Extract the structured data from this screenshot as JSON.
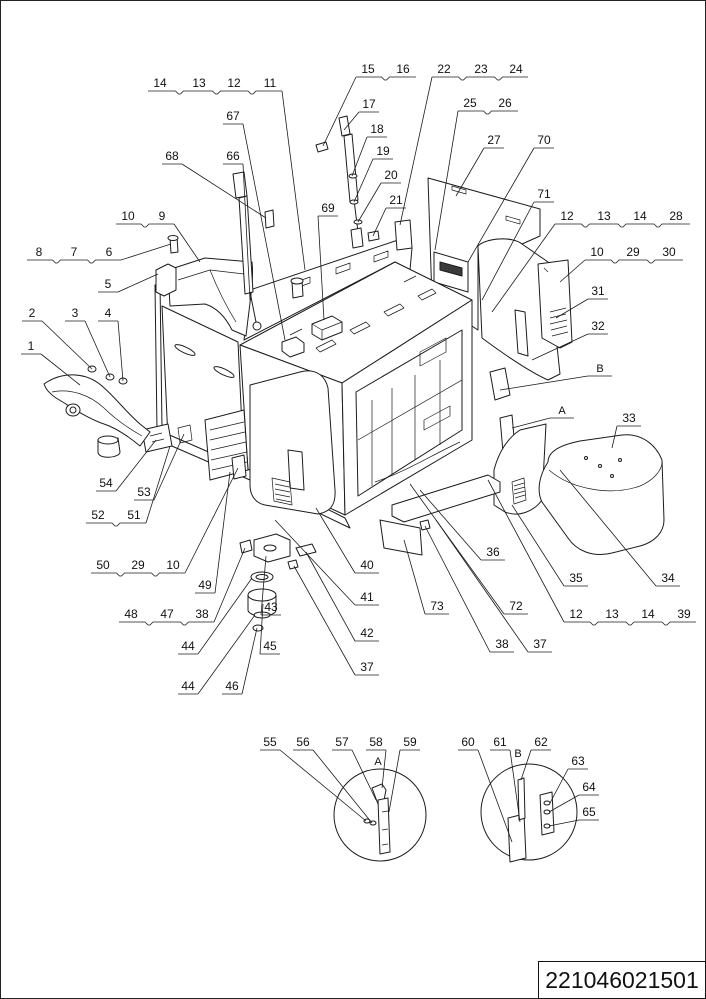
{
  "callouts": [
    "14",
    "13",
    "12",
    "11",
    "15",
    "16",
    "22",
    "23",
    "24",
    "17",
    "25",
    "26",
    "67",
    "18",
    "27",
    "70",
    "19",
    "68",
    "66",
    "20",
    "71",
    "21",
    "69",
    "10",
    "9",
    "12",
    "13",
    "14",
    "28",
    "8",
    "7",
    "6",
    "10",
    "29",
    "30",
    "5",
    "31",
    "2",
    "3",
    "4",
    "32",
    "1",
    "33",
    "54",
    "53",
    "52",
    "51",
    "36",
    "50",
    "29",
    "10",
    "40",
    "35",
    "34",
    "49",
    "41",
    "43",
    "73",
    "72",
    "48",
    "47",
    "38",
    "12",
    "13",
    "14",
    "39",
    "42",
    "44",
    "45",
    "38",
    "37",
    "37",
    "44",
    "46",
    "55",
    "56",
    "57",
    "58",
    "59",
    "60",
    "61",
    "62",
    "63",
    "64",
    "65"
  ],
  "markers": {
    "main_b": "B",
    "main_a": "A",
    "detail_a": "A",
    "detail_b": "B"
  },
  "drawing_number": "221046021501"
}
